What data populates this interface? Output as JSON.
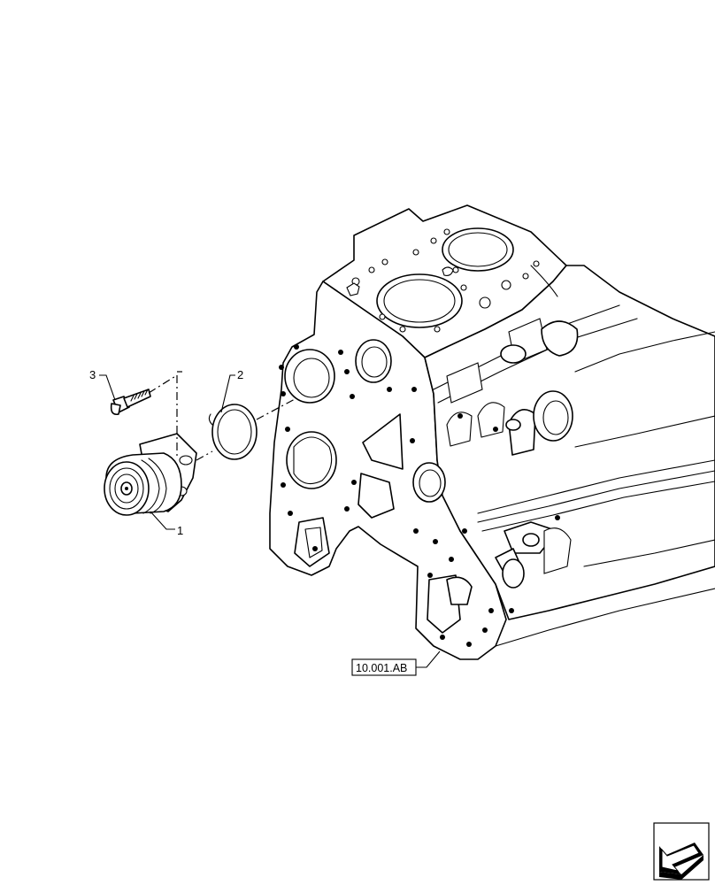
{
  "callouts": [
    {
      "label": "1"
    },
    {
      "label": "2"
    },
    {
      "label": "3"
    }
  ],
  "reference": {
    "label": "10.001.AB"
  },
  "nav_icon": "arrow-icon"
}
